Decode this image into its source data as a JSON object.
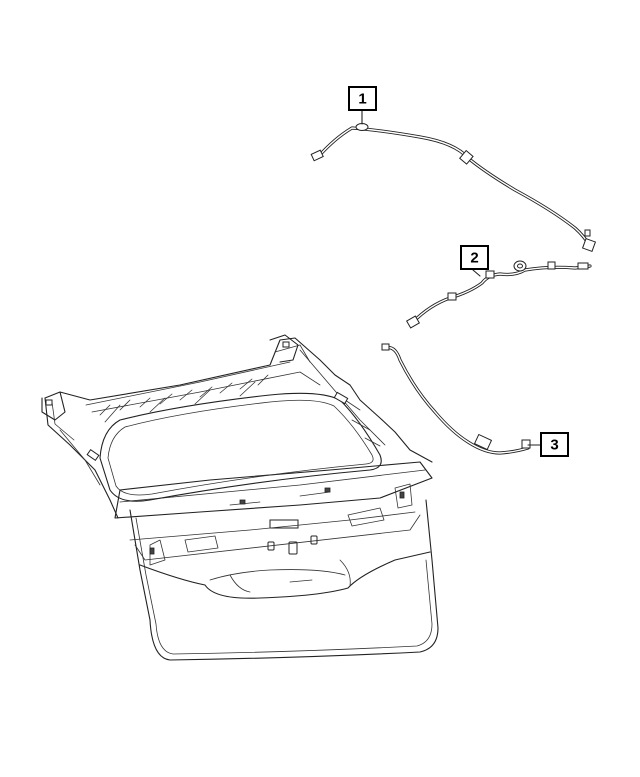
{
  "callouts": [
    {
      "label": "1",
      "part": "upper-washer-hose"
    },
    {
      "label": "2",
      "part": "washer-hose-connector"
    },
    {
      "label": "3",
      "part": "lower-washer-hose"
    }
  ],
  "colors": {
    "line": "#222222",
    "background": "#ffffff"
  }
}
